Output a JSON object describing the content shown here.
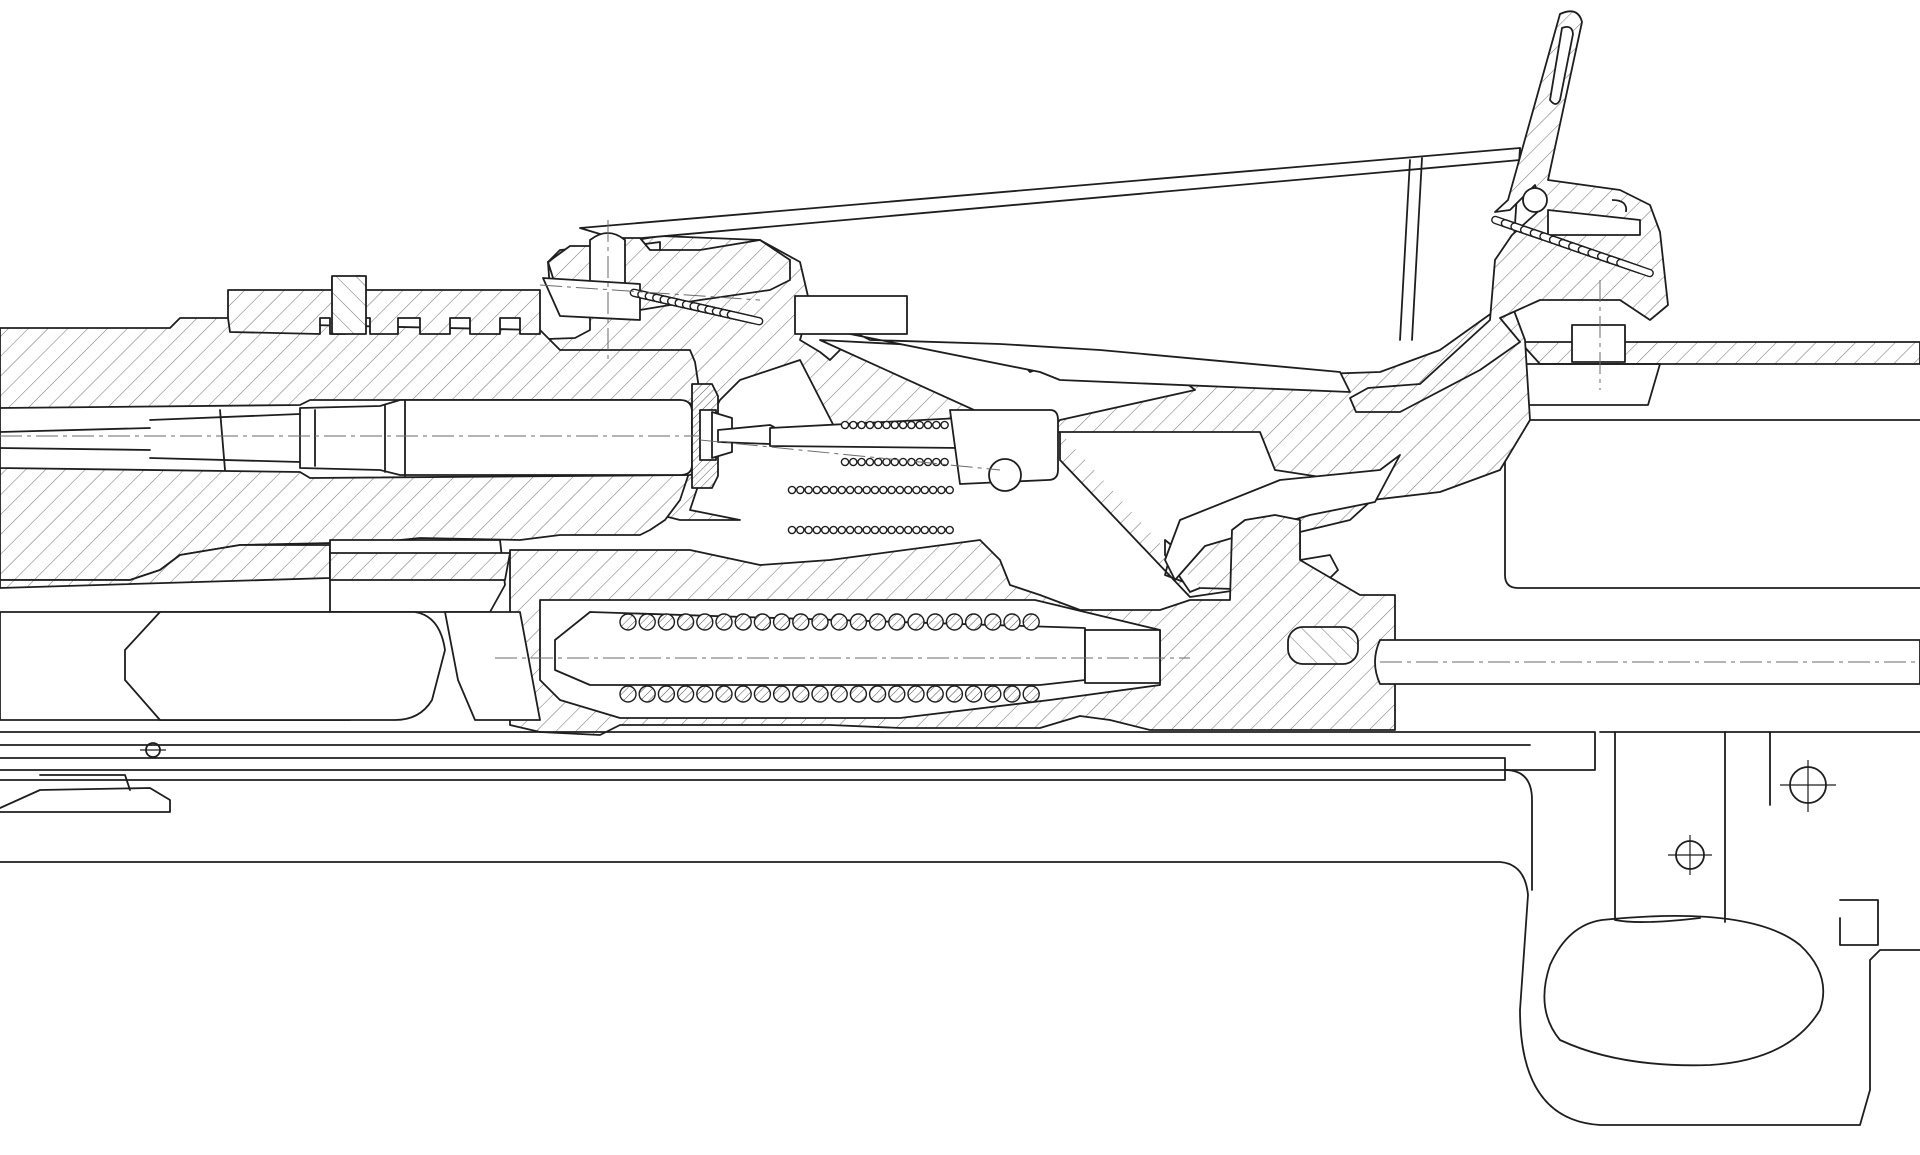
{
  "figure": {
    "subject": "firearm-action-cross-section",
    "colors": {
      "line": "#1e1e1e",
      "hatch": "#7a7a7a",
      "paper": "#ffffff",
      "centerline": "#6a6a6a"
    },
    "icons": [
      "cartridge",
      "coil-spring",
      "pivot-pin",
      "trigger-guard",
      "cocking-lever"
    ]
  }
}
